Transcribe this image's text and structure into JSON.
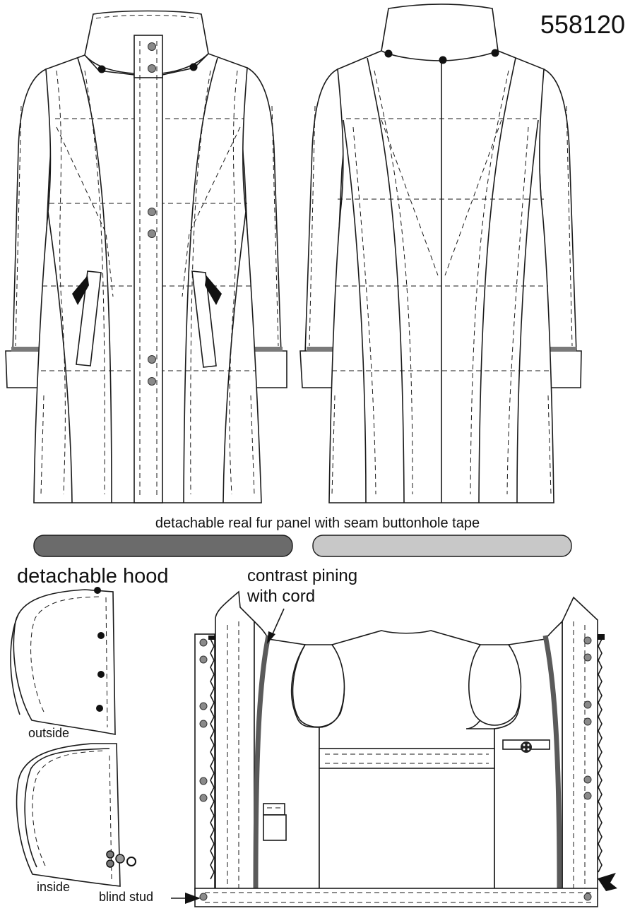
{
  "model_number": "558120",
  "labels": {
    "panel_caption": "detachable real fur panel with seam buttonhole tape",
    "hood_title": "detachable hood",
    "piping_line1": "contrast pining",
    "piping_line2": "with cord",
    "outside": "outside",
    "inside": "inside",
    "blind_stud": "blind stud"
  },
  "colors": {
    "outline": "#1a1a1a",
    "fur_panel_dark": "#6b6b6b",
    "fur_panel_light": "#c8c8c8",
    "button_grey": "#8a8a8a",
    "cuff_tab": "#7a7a7a",
    "piping": "#5a5a5a"
  }
}
